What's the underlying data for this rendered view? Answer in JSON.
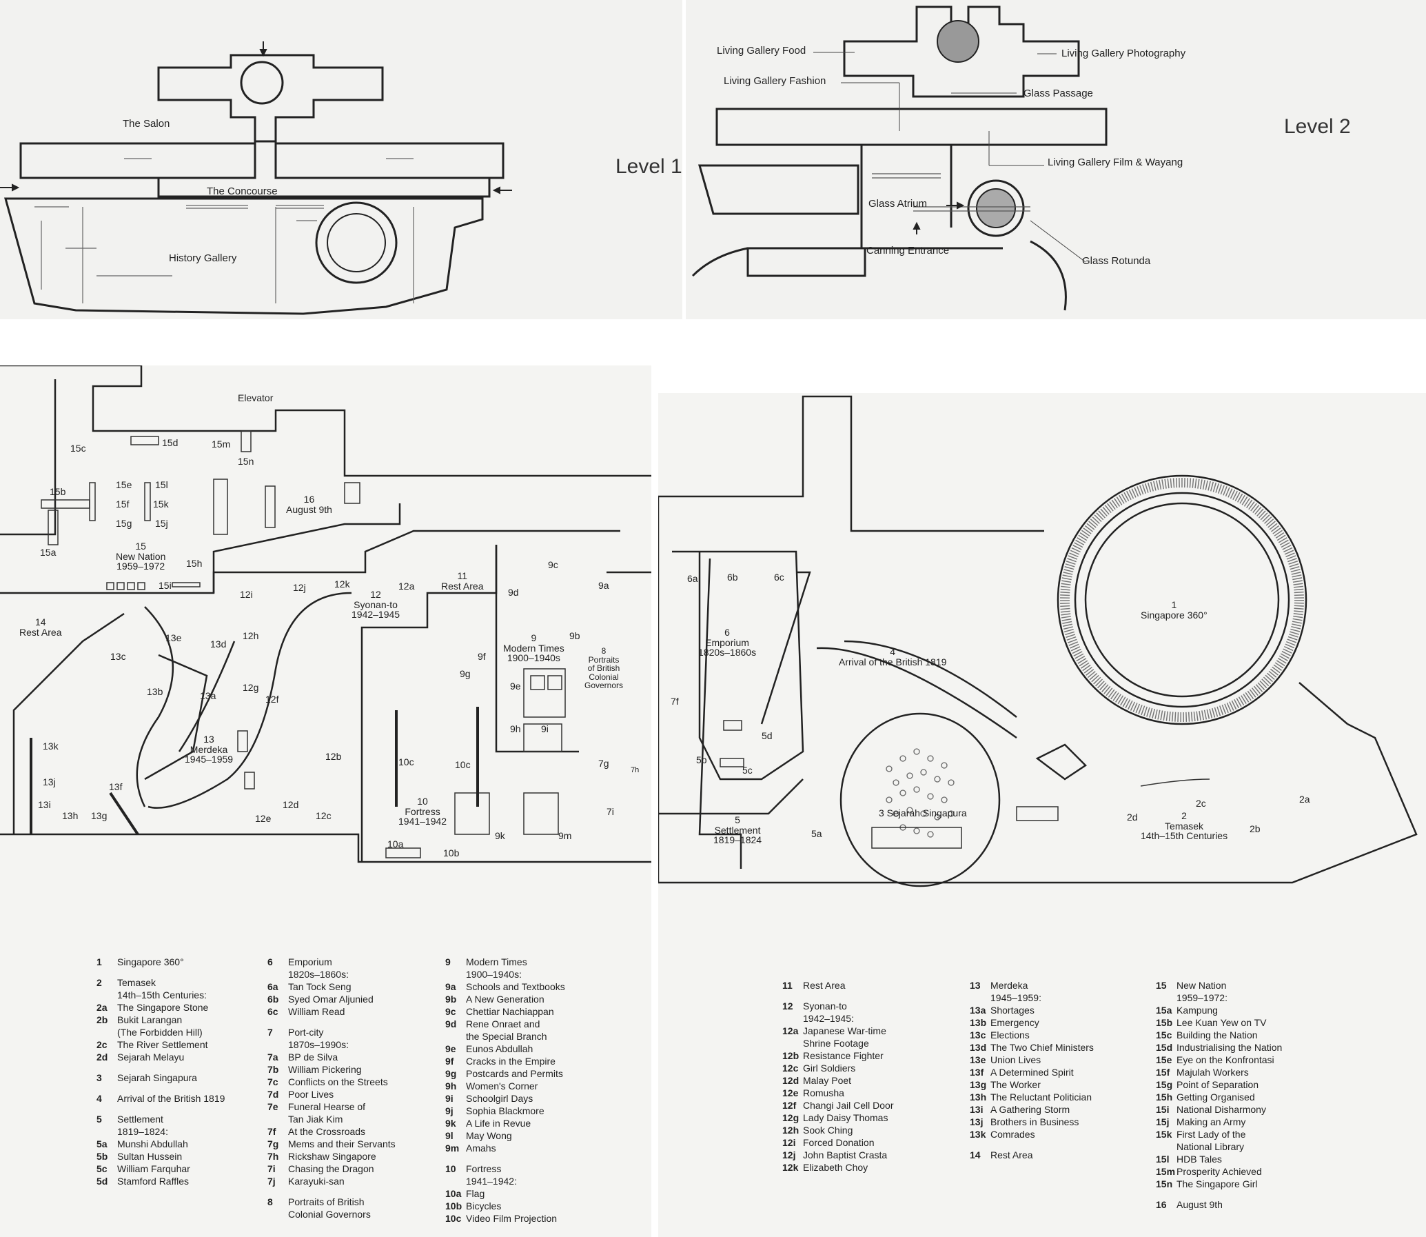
{
  "level1": {
    "title": "Level 1",
    "labels": {
      "salon": "The Salon",
      "concourse": "The Concourse",
      "history": "History Gallery"
    }
  },
  "level2": {
    "title": "Level 2",
    "labels": {
      "food": "Living Gallery Food",
      "photo": "Living Gallery Photography",
      "fashion": "Living Gallery Fashion",
      "passage": "Glass Passage",
      "film": "Living Gallery Film & Wayang",
      "atrium": "Glass Atrium",
      "canning": "Canning Entrance",
      "rotunda": "Glass Rotunda"
    }
  },
  "mapLeft": {
    "elevator": "Elevator",
    "c15c": "15c",
    "c15d": "15d",
    "c15m": "15m",
    "c15n": "15n",
    "c15b": "15b",
    "c15e": "15e",
    "c15l": "15l",
    "c15f": "15f",
    "c15k": "15k",
    "c15g": "15g",
    "c15j": "15j",
    "c15a": "15a",
    "c15h": "15h",
    "c15i": "15i",
    "c15": "15\nNew Nation\n1959–1972",
    "c16": "16\nAugust 9th",
    "c14": "14\nRest Area",
    "c12i": "12i",
    "c12j": "12j",
    "c12k": "12k",
    "c12a": "12a",
    "c12": "12\nSyonan-to\n1942–1945",
    "c11": "11\nRest Area",
    "c9c": "9c",
    "c9d": "9d",
    "c9a": "9a",
    "c9b": "9b",
    "c9": "9\nModern Times\n1900–1940s",
    "c8": "8\nPortraits\nof British\nColonial\nGovernors",
    "c9f": "9f",
    "c9g": "9g",
    "c9e": "9e",
    "c9h": "9h",
    "c9i": "9i",
    "c13e": "13e",
    "c13d": "13d",
    "c12h": "12h",
    "c13c": "13c",
    "c13b": "13b",
    "c13a": "13a",
    "c12g": "12g",
    "c12f": "12f",
    "c13": "13\nMerdeka\n1945–1959",
    "c13k": "13k",
    "c13j": "13j",
    "c13f": "13f",
    "c13i": "13i",
    "c13h": "13h",
    "c13g": "13g",
    "c12b": "12b",
    "c12d": "12d",
    "c12e": "12e",
    "c12c": "12c",
    "c10c1": "10c",
    "c10c2": "10c",
    "c10": "10\nFortress\n1941–1942",
    "c10a": "10a",
    "c10b": "10b",
    "c9k": "9k",
    "c9m": "9m",
    "c7g": "7g",
    "c7h": "7h",
    "c7i": "7i"
  },
  "mapRight": {
    "c6a": "6a",
    "c6b": "6b",
    "c6c": "6c",
    "c6": "6\nEmporium\n1820s–1860s",
    "c7f": "7f",
    "c5d": "5d",
    "c5b": "5b",
    "c5c": "5c",
    "c5": "5\nSettlement\n1819–1824",
    "c5a": "5a",
    "c4": "4\nArrival of the British 1819",
    "c3": "3 Sejarah Singapura",
    "c1": "1\nSingapore 360°",
    "c2c": "2c",
    "c2a": "2a",
    "c2d": "2d",
    "c2b": "2b",
    "c2": "2\nTemasek\n14th–15th Centuries"
  },
  "legendLeft": [
    [
      [
        {
          "k": "1",
          "t": "Singapore 360°"
        }
      ],
      [
        {
          "k": "2",
          "t": "Temasek\n14th–15th Centuries:"
        },
        {
          "k": "2a",
          "t": "The Singapore Stone"
        },
        {
          "k": "2b",
          "t": "Bukit Larangan\n(The Forbidden Hill)"
        },
        {
          "k": "2c",
          "t": "The River Settlement"
        },
        {
          "k": "2d",
          "t": "Sejarah Melayu"
        }
      ],
      [
        {
          "k": "3",
          "t": "Sejarah Singapura"
        }
      ],
      [
        {
          "k": "4",
          "t": "Arrival of the British 1819"
        }
      ],
      [
        {
          "k": "5",
          "t": "Settlement\n1819–1824:"
        },
        {
          "k": "5a",
          "t": "Munshi Abdullah"
        },
        {
          "k": "5b",
          "t": "Sultan Hussein"
        },
        {
          "k": "5c",
          "t": "William Farquhar"
        },
        {
          "k": "5d",
          "t": "Stamford Raffles"
        }
      ]
    ],
    [
      [
        {
          "k": "6",
          "t": "Emporium\n1820s–1860s:"
        },
        {
          "k": "6a",
          "t": "Tan Tock Seng"
        },
        {
          "k": "6b",
          "t": "Syed Omar Aljunied"
        },
        {
          "k": "6c",
          "t": "William Read"
        }
      ],
      [
        {
          "k": "7",
          "t": "Port-city\n1870s–1990s:"
        },
        {
          "k": "7a",
          "t": "BP de Silva"
        },
        {
          "k": "7b",
          "t": "William Pickering"
        },
        {
          "k": "7c",
          "t": "Conflicts on the Streets"
        },
        {
          "k": "7d",
          "t": "Poor Lives"
        },
        {
          "k": "7e",
          "t": "Funeral Hearse of\nTan Jiak Kim"
        },
        {
          "k": "7f",
          "t": "At the Crossroads"
        },
        {
          "k": "7g",
          "t": "Mems and their Servants"
        },
        {
          "k": "7h",
          "t": "Rickshaw Singapore"
        },
        {
          "k": "7i",
          "t": "Chasing the Dragon"
        },
        {
          "k": "7j",
          "t": "Karayuki-san"
        }
      ],
      [
        {
          "k": "8",
          "t": "Portraits of British\nColonial Governors"
        }
      ]
    ],
    [
      [
        {
          "k": "9",
          "t": "Modern Times\n1900–1940s:"
        },
        {
          "k": "9a",
          "t": "Schools and Textbooks"
        },
        {
          "k": "9b",
          "t": "A New Generation"
        },
        {
          "k": "9c",
          "t": "Chettiar Nachiappan"
        },
        {
          "k": "9d",
          "t": "Rene Onraet and\nthe Special Branch"
        },
        {
          "k": "9e",
          "t": "Eunos Abdullah"
        },
        {
          "k": "9f",
          "t": "Cracks in the Empire"
        },
        {
          "k": "9g",
          "t": "Postcards and Permits"
        },
        {
          "k": "9h",
          "t": "Women's Corner"
        },
        {
          "k": "9i",
          "t": "Schoolgirl Days"
        },
        {
          "k": "9j",
          "t": "Sophia Blackmore"
        },
        {
          "k": "9k",
          "t": "A Life in Revue"
        },
        {
          "k": "9l",
          "t": "May Wong"
        },
        {
          "k": "9m",
          "t": "Amahs"
        }
      ],
      [
        {
          "k": "10",
          "t": "Fortress\n1941–1942:"
        },
        {
          "k": "10a",
          "t": "Flag"
        },
        {
          "k": "10b",
          "t": "Bicycles"
        },
        {
          "k": "10c",
          "t": "Video Film Projection"
        }
      ]
    ]
  ],
  "legendRight": [
    [
      [
        {
          "k": "11",
          "t": "Rest Area"
        }
      ],
      [
        {
          "k": "12",
          "t": "Syonan-to\n1942–1945:"
        },
        {
          "k": "12a",
          "t": "Japanese War-time\nShrine Footage"
        },
        {
          "k": "12b",
          "t": "Resistance Fighter"
        },
        {
          "k": "12c",
          "t": "Girl Soldiers"
        },
        {
          "k": "12d",
          "t": "Malay Poet"
        },
        {
          "k": "12e",
          "t": "Romusha"
        },
        {
          "k": "12f",
          "t": "Changi Jail Cell Door"
        },
        {
          "k": "12g",
          "t": "Lady Daisy Thomas"
        },
        {
          "k": "12h",
          "t": "Sook Ching"
        },
        {
          "k": "12i",
          "t": "Forced Donation"
        },
        {
          "k": "12j",
          "t": "John Baptist Crasta"
        },
        {
          "k": "12k",
          "t": "Elizabeth Choy"
        }
      ]
    ],
    [
      [
        {
          "k": "13",
          "t": "Merdeka\n1945–1959:"
        },
        {
          "k": "13a",
          "t": "Shortages"
        },
        {
          "k": "13b",
          "t": "Emergency"
        },
        {
          "k": "13c",
          "t": "Elections"
        },
        {
          "k": "13d",
          "t": "The Two Chief Ministers"
        },
        {
          "k": "13e",
          "t": "Union Lives"
        },
        {
          "k": "13f",
          "t": "A Determined Spirit"
        },
        {
          "k": "13g",
          "t": "The Worker"
        },
        {
          "k": "13h",
          "t": "The Reluctant Politician"
        },
        {
          "k": "13i",
          "t": "A Gathering Storm"
        },
        {
          "k": "13j",
          "t": "Brothers in Business"
        },
        {
          "k": "13k",
          "t": "Comrades"
        }
      ],
      [
        {
          "k": "14",
          "t": "Rest Area"
        }
      ]
    ],
    [
      [
        {
          "k": "15",
          "t": "New Nation\n1959–1972:"
        },
        {
          "k": "15a",
          "t": "Kampung"
        },
        {
          "k": "15b",
          "t": "Lee Kuan Yew on TV"
        },
        {
          "k": "15c",
          "t": "Building the Nation"
        },
        {
          "k": "15d",
          "t": "Industrialising the Nation"
        },
        {
          "k": "15e",
          "t": "Eye on the Konfrontasi"
        },
        {
          "k": "15f",
          "t": "Majulah Workers"
        },
        {
          "k": "15g",
          "t": "Point of Separation"
        },
        {
          "k": "15h",
          "t": "Getting Organised"
        },
        {
          "k": "15i",
          "t": "National Disharmony"
        },
        {
          "k": "15j",
          "t": "Making an Army"
        },
        {
          "k": "15k",
          "t": "First Lady of the\nNational Library"
        },
        {
          "k": "15l",
          "t": "HDB Tales"
        },
        {
          "k": "15m",
          "t": "Prosperity Achieved"
        },
        {
          "k": "15n",
          "t": "The Singapore Girl"
        }
      ],
      [
        {
          "k": "16",
          "t": "August 9th"
        }
      ]
    ]
  ]
}
